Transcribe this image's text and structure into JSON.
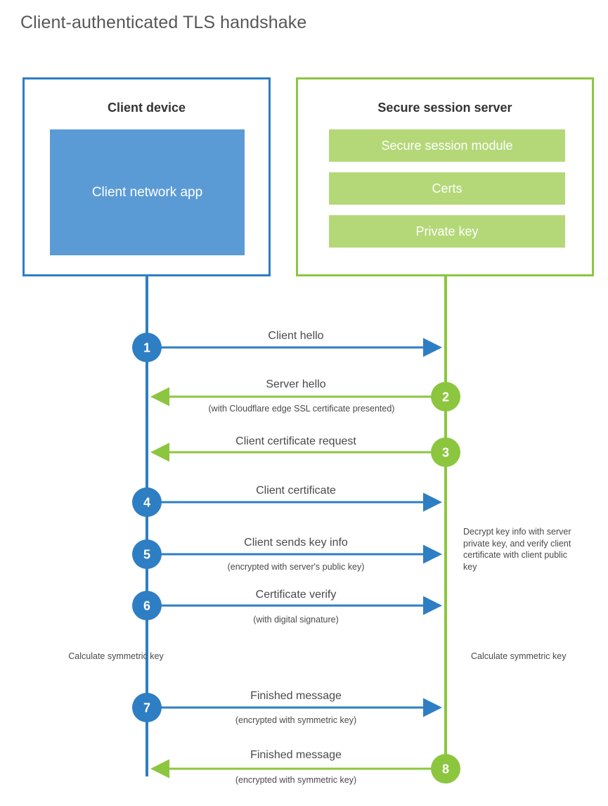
{
  "title": "Client-authenticated TLS handshake",
  "colors": {
    "client_border": "#2E7EC4",
    "client_fill": "#5B9BD5",
    "client_line": "#2E7EC4",
    "server_border": "#8CC63F",
    "server_fill": "#B4D878",
    "server_line": "#8CC63F",
    "circle_blue": "#2E7EC4",
    "circle_green": "#8CC63F",
    "text": "#4a4a4a",
    "title_text": "#575757"
  },
  "client": {
    "title": "Client device",
    "app_label": "Client network app"
  },
  "server": {
    "title": "Secure session server",
    "modules": [
      {
        "label": "Secure session module"
      },
      {
        "label": "Certs"
      },
      {
        "label": "Private key"
      }
    ]
  },
  "steps": [
    {
      "number": "1",
      "label": "Client hello",
      "sub": "",
      "direction": "client-to-server",
      "color": "blue"
    },
    {
      "number": "2",
      "label": "Server hello",
      "sub": "(with Cloudflare edge SSL certificate presented)",
      "direction": "server-to-client",
      "color": "green"
    },
    {
      "number": "3",
      "label": "Client certificate request",
      "sub": "",
      "direction": "server-to-client",
      "color": "green"
    },
    {
      "number": "4",
      "label": "Client certificate",
      "sub": "",
      "direction": "client-to-server",
      "color": "blue"
    },
    {
      "number": "5",
      "label": "Client sends key info",
      "sub": "(encrypted with server's public key)",
      "direction": "client-to-server",
      "color": "blue"
    },
    {
      "number": "6",
      "label": "Certificate verify",
      "sub": "(with digital signature)",
      "direction": "client-to-server",
      "color": "blue"
    },
    {
      "number": "7",
      "label": "Finished message",
      "sub": "(encrypted with symmetric key)",
      "direction": "client-to-server",
      "color": "blue"
    },
    {
      "number": "8",
      "label": "Finished message",
      "sub": "(encrypted with symmetric key)",
      "direction": "server-to-client",
      "color": "green"
    }
  ],
  "annotations": {
    "server_decrypt": "Decrypt key info with server private key, and verify client certificate with client public key",
    "client_calculate": "Calculate symmetric key",
    "server_calculate": "Calculate symmetric key"
  }
}
